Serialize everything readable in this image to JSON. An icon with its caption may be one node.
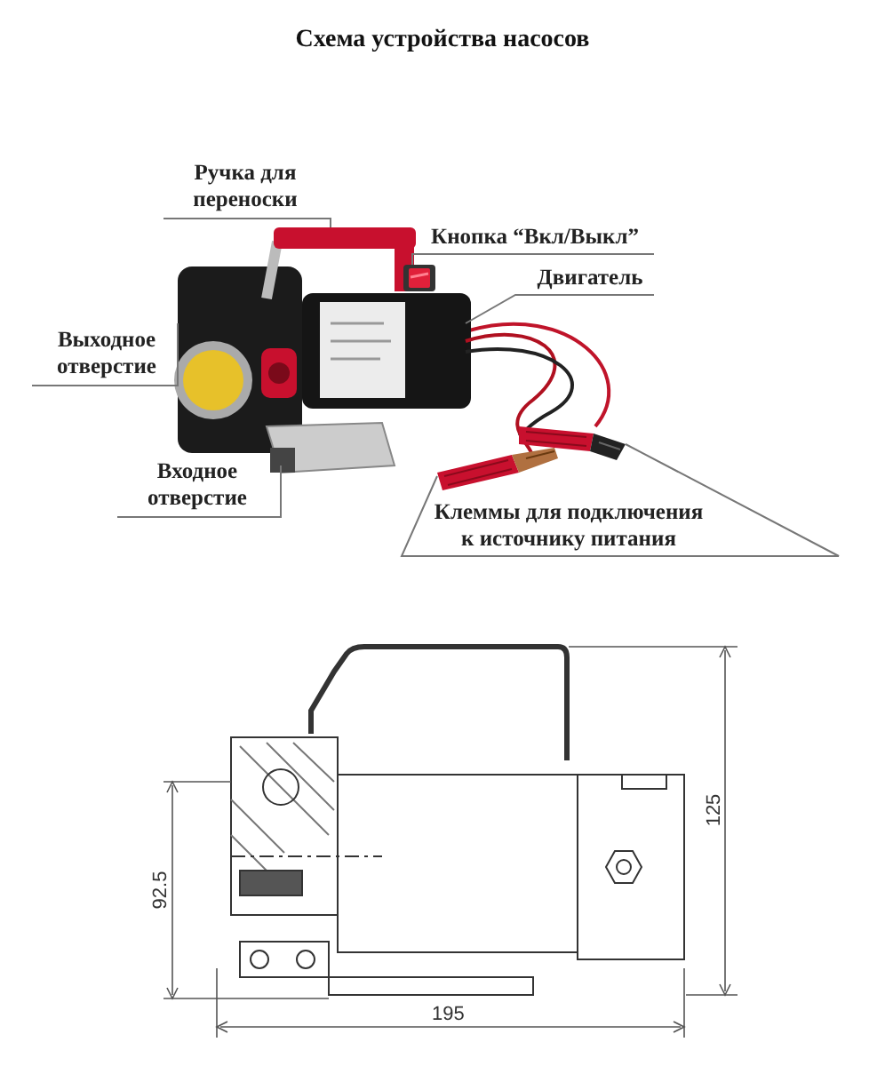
{
  "diagram": {
    "title": "Схема устройства насосов",
    "nodes": [
      {
        "text": [
          "Ручка для переноски"
        ]
      },
      {
        "text": [
          "Кнопка “Вкл/Выкл”"
        ]
      },
      {
        "text": [
          "Двигатель"
        ]
      },
      {
        "text": [
          "Выходное отверстие"
        ]
      },
      {
        "text": [
          "Входное отверстие"
        ]
      },
      {
        "text": [
          "Клеммы для подключения к источнику питания"
        ]
      },
      {
        "text": [],
        "shape": "picture"
      },
      {
        "text": [],
        "shape": "picture"
      },
      {
        "text": [],
        "shape": "picture"
      },
      {
        "text": [],
        "shape": "picture"
      },
      {
        "text": [],
        "shape": "picture"
      },
      {
        "text": [],
        "shape": "picture"
      },
      {
        "text": [],
        "shape": "picture"
      }
    ],
    "edges": [
      {
        "from": 0,
        "to": 6,
        "arrow": "none"
      },
      {
        "from": 1,
        "to": 7,
        "arrow": "none"
      },
      {
        "from": 2,
        "to": 8,
        "arrow": "none"
      },
      {
        "from": 3,
        "to": 9,
        "arrow": "none"
      },
      {
        "from": 4,
        "to": 10,
        "arrow": "none"
      },
      {
        "from": 5,
        "to": 11,
        "arrow": "none"
      },
      {
        "from": 5,
        "to": 12,
        "arrow": "none"
      }
    ],
    "labels": [
      "125",
      "92.5",
      "195"
    ]
  }
}
